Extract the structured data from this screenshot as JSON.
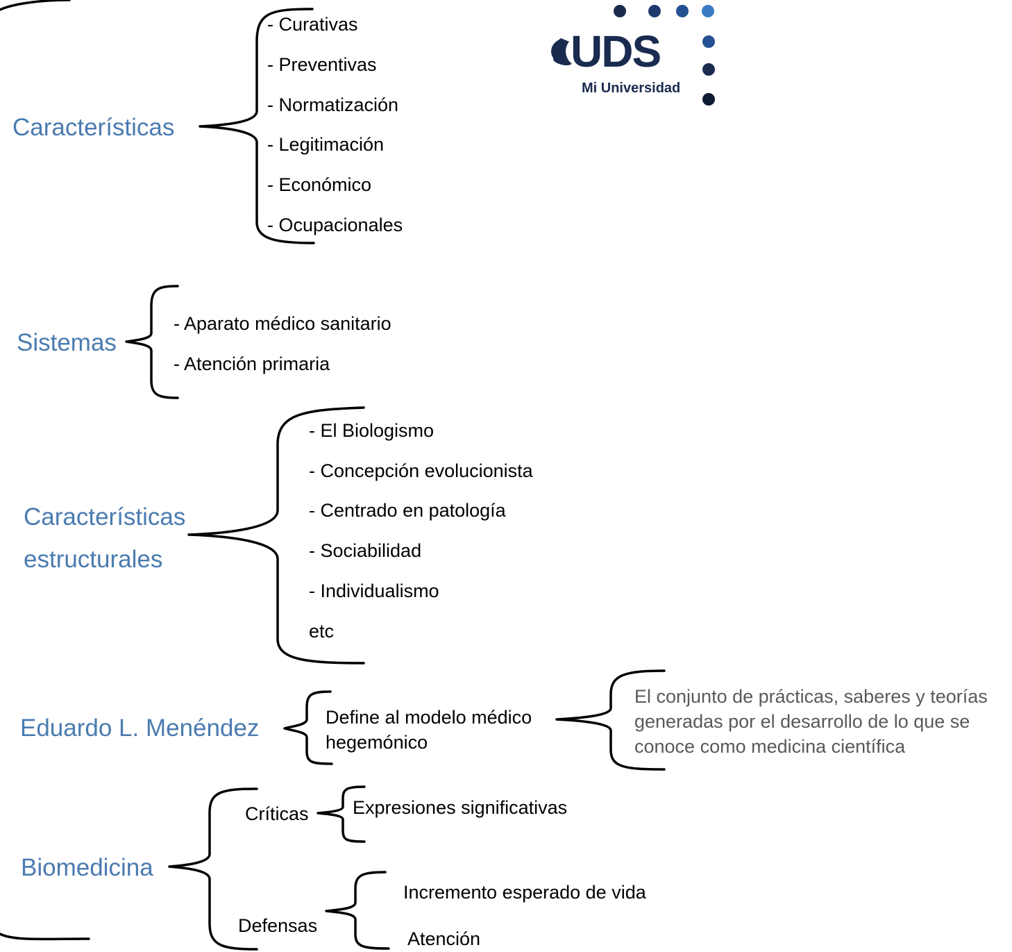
{
  "logo": {
    "mark": "UDS",
    "tagline": "Mi Universidad"
  },
  "nodes": {
    "caracteristicas": {
      "label": "Características",
      "items": [
        "- Curativas",
        "- Preventivas",
        "- Normatización",
        "- Legitimación",
        "- Económico",
        "- Ocupacionales"
      ]
    },
    "sistemas": {
      "label": "Sistemas",
      "items": [
        "- Aparato médico sanitario",
        "- Atención primaria"
      ]
    },
    "estructurales": {
      "label_line1": "Características",
      "label_line2": "estructurales",
      "items": [
        "- El Biologismo",
        "- Concepción evolucionista",
        "- Centrado en patología",
        "- Sociabilidad",
        "- Individualismo",
        "etc"
      ]
    },
    "menendez": {
      "label": "Eduardo L. Menéndez",
      "sub_line1": "Define al modelo médico",
      "sub_line2": "hegemónico",
      "definition": "El conjunto de prácticas, saberes y teorías generadas por el desarrollo de lo que se conoce como medicina científica"
    },
    "biomedicina": {
      "label": "Biomedicina",
      "criticas": {
        "label": "Críticas",
        "item": "Expresiones significativas"
      },
      "defensas": {
        "label": "Defensas",
        "items": [
          "Incremento esperado de vida",
          "Atención"
        ]
      }
    }
  }
}
